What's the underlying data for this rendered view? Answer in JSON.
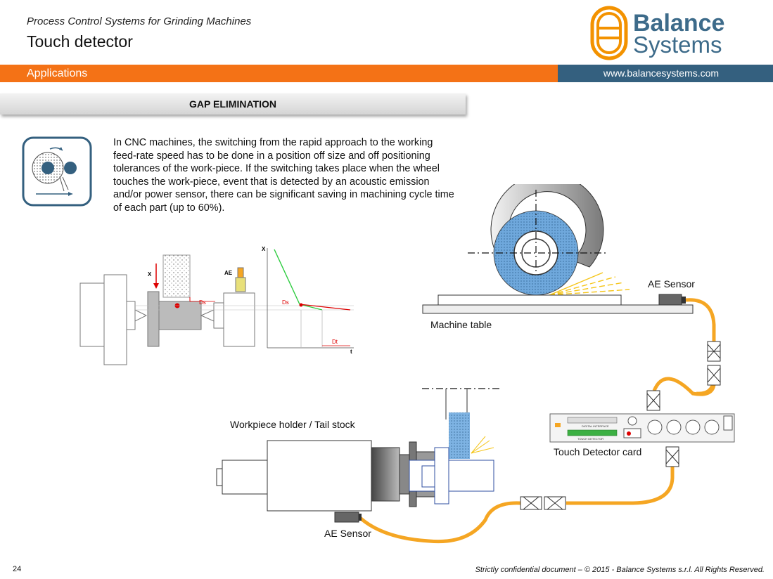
{
  "header": {
    "subtitle": "Process Control Systems for Grinding Machines",
    "title": "Touch detector",
    "logo": {
      "line1": "Balance",
      "line2": "Systems"
    },
    "section": "Applications",
    "url": "www.balancesystems.com"
  },
  "banner": {
    "title": "GAP ELIMINATION"
  },
  "description": "In CNC machines, the switching from the rapid approach to the working feed-rate speed has to be done in a position off size and off positioning tolerances of the work-piece. If the switching takes place when the wheel touches the work-piece, event that is detected by an acoustic emission and/or power sensor, there can be significant saving in machining cycle time of each part (up to 60%).",
  "graph_labels": {
    "x_axis": "X",
    "ae": "AE",
    "ds": "Ds",
    "dt": "Dt",
    "t_axis": "t"
  },
  "labels": {
    "ae_sensor_top": "AE Sensor",
    "machine_table": "Machine table",
    "workpiece_holder": "Workpiece holder / Tail stock",
    "touch_detector_card": "Touch Detector card",
    "ae_sensor_bottom": "AE Sensor",
    "card_caption": "TOUCH DETECTOR",
    "card_interface": "DIGITAL INTERFACE"
  },
  "footer": {
    "page_number": "24",
    "confidential": "Strictly confidential document – © 2015 - Balance Systems s.r.l. All Rights Reserved."
  },
  "colors": {
    "orange": "#f47216",
    "blue": "#34607f",
    "cable": "#f5a623",
    "wheel": "#6fa8dc"
  }
}
